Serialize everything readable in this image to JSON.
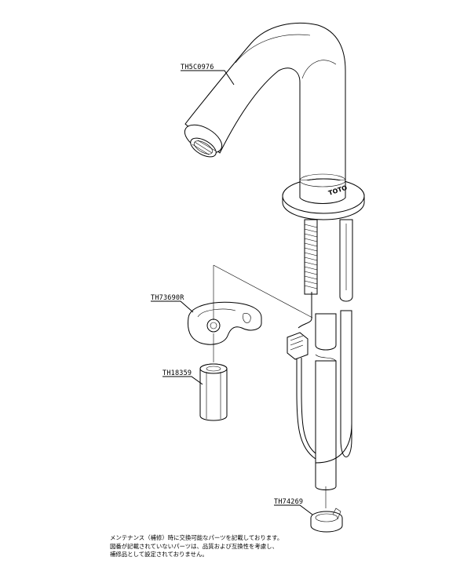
{
  "parts": {
    "faucet": "TH5C0976",
    "bracket": "TH73690R",
    "nut": "TH18359",
    "clamp": "TH74269"
  },
  "brand": "TOTO",
  "note": {
    "line1": "メンテナンス（補修）時に交換可能なパーツを記載しております。",
    "line2": "図番が記載されていないパーツは、品質および互換性を考慮し、",
    "line3": "補修品として設定されておりません。"
  }
}
